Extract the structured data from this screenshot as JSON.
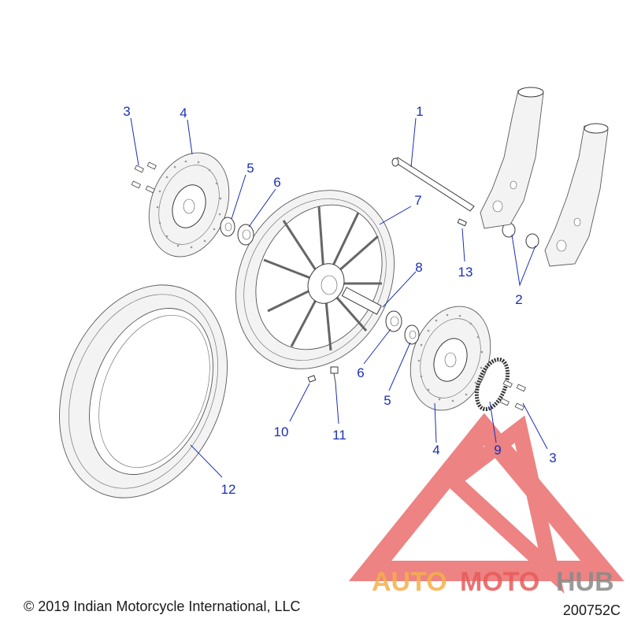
{
  "diagram": {
    "callouts": [
      {
        "id": "c1",
        "text": "1"
      },
      {
        "id": "c2",
        "text": "2"
      },
      {
        "id": "c3a",
        "text": "3"
      },
      {
        "id": "c3b",
        "text": "3"
      },
      {
        "id": "c4a",
        "text": "4"
      },
      {
        "id": "c4b",
        "text": "4"
      },
      {
        "id": "c5a",
        "text": "5"
      },
      {
        "id": "c5b",
        "text": "5"
      },
      {
        "id": "c6a",
        "text": "6"
      },
      {
        "id": "c6b",
        "text": "6"
      },
      {
        "id": "c7",
        "text": "7"
      },
      {
        "id": "c8",
        "text": "8"
      },
      {
        "id": "c9",
        "text": "9"
      },
      {
        "id": "c10",
        "text": "10"
      },
      {
        "id": "c11",
        "text": "11"
      },
      {
        "id": "c12",
        "text": "12"
      },
      {
        "id": "c13",
        "text": "13"
      }
    ],
    "callout_color": "#1a2fb5"
  },
  "watermark": {
    "word_part1": "AUTO",
    "word_part2": "MOTO",
    "word_part3": "HUB",
    "color_orange": "#f5b04a",
    "color_red": "#e85a5a",
    "color_gray": "#8a8a8a"
  },
  "footer": {
    "copyright": "© 2019 Indian Motorcycle International, LLC",
    "diagram_code": "200752C"
  }
}
